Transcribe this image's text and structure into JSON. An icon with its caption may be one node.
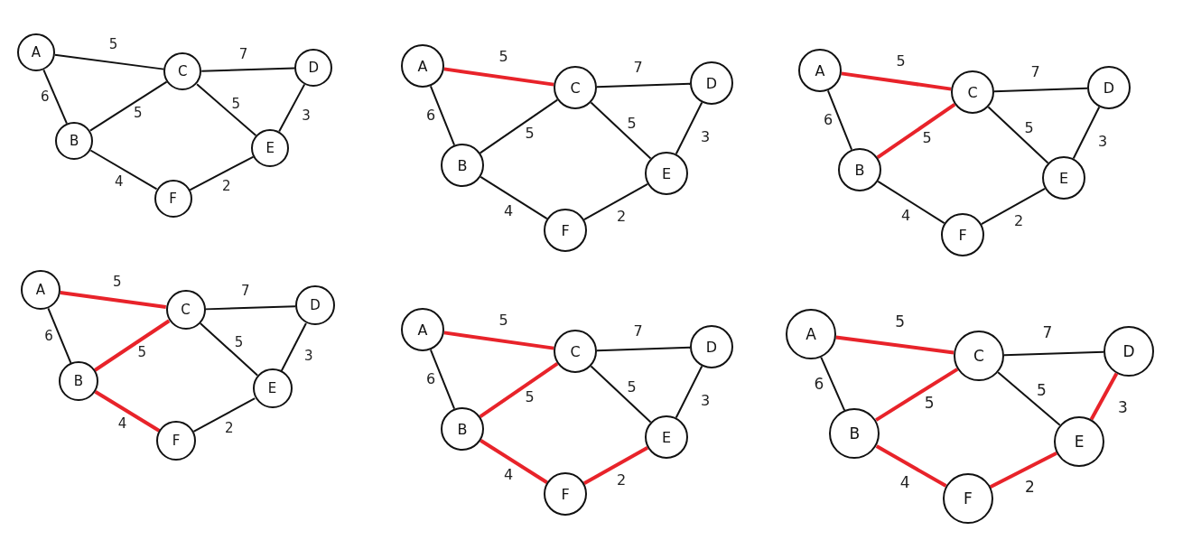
{
  "diagram": {
    "nodes": [
      {
        "text": [
          "A"
        ]
      },
      {
        "text": [
          "C"
        ]
      },
      {
        "text": [
          "D"
        ]
      },
      {
        "text": [
          "B"
        ]
      },
      {
        "text": [
          "E"
        ]
      },
      {
        "text": [
          "F"
        ]
      },
      {
        "text": [
          "A"
        ]
      },
      {
        "text": [
          "C"
        ]
      },
      {
        "text": [
          "D"
        ]
      },
      {
        "text": [
          "B"
        ]
      },
      {
        "text": [
          "E"
        ]
      },
      {
        "text": [
          "F"
        ]
      },
      {
        "text": [
          "A"
        ]
      },
      {
        "text": [
          "C"
        ]
      },
      {
        "text": [
          "D"
        ]
      },
      {
        "text": [
          "B"
        ]
      },
      {
        "text": [
          "E"
        ]
      },
      {
        "text": [
          "F"
        ]
      },
      {
        "text": [
          "A"
        ]
      },
      {
        "text": [
          "C"
        ]
      },
      {
        "text": [
          "D"
        ]
      },
      {
        "text": [
          "B"
        ]
      },
      {
        "text": [
          "E"
        ]
      },
      {
        "text": [
          "F"
        ]
      },
      {
        "text": [
          "A"
        ]
      },
      {
        "text": [
          "C"
        ]
      },
      {
        "text": [
          "D"
        ]
      },
      {
        "text": [
          "B"
        ]
      },
      {
        "text": [
          "E"
        ]
      },
      {
        "text": [
          "F"
        ]
      },
      {
        "text": [
          "A"
        ]
      },
      {
        "text": [
          "C"
        ]
      },
      {
        "text": [
          "D"
        ]
      },
      {
        "text": [
          "B"
        ]
      },
      {
        "text": [
          "E"
        ]
      },
      {
        "text": [
          "F"
        ]
      }
    ],
    "edges": [
      {
        "from": 0,
        "to": 1,
        "arrow": "none",
        "label": "5"
      },
      {
        "from": 1,
        "to": 2,
        "arrow": "none",
        "label": "7"
      },
      {
        "from": 0,
        "to": 3,
        "arrow": "none",
        "label": "6"
      },
      {
        "from": 3,
        "to": 1,
        "arrow": "none",
        "label": "5"
      },
      {
        "from": 1,
        "to": 4,
        "arrow": "none",
        "label": "5"
      },
      {
        "from": 2,
        "to": 4,
        "arrow": "none",
        "label": "3"
      },
      {
        "from": 3,
        "to": 5,
        "arrow": "none",
        "label": "4"
      },
      {
        "from": 5,
        "to": 4,
        "arrow": "none",
        "label": "2"
      },
      {
        "from": 6,
        "to": 7,
        "arrow": "none",
        "label": "5",
        "style": "thick",
        "color": "#e8232a"
      },
      {
        "from": 7,
        "to": 8,
        "arrow": "none",
        "label": "7"
      },
      {
        "from": 6,
        "to": 9,
        "arrow": "none",
        "label": "6"
      },
      {
        "from": 9,
        "to": 7,
        "arrow": "none",
        "label": "5"
      },
      {
        "from": 7,
        "to": 10,
        "arrow": "none",
        "label": "5"
      },
      {
        "from": 8,
        "to": 10,
        "arrow": "none",
        "label": "3"
      },
      {
        "from": 9,
        "to": 11,
        "arrow": "none",
        "label": "4"
      },
      {
        "from": 11,
        "to": 10,
        "arrow": "none",
        "label": "2"
      },
      {
        "from": 12,
        "to": 13,
        "arrow": "none",
        "label": "5",
        "style": "thick",
        "color": "#e8232a"
      },
      {
        "from": 13,
        "to": 14,
        "arrow": "none",
        "label": "7"
      },
      {
        "from": 12,
        "to": 15,
        "arrow": "none",
        "label": "6"
      },
      {
        "from": 15,
        "to": 13,
        "arrow": "none",
        "label": "5",
        "style": "thick",
        "color": "#e8232a"
      },
      {
        "from": 13,
        "to": 16,
        "arrow": "none",
        "label": "5"
      },
      {
        "from": 14,
        "to": 16,
        "arrow": "none",
        "label": "3"
      },
      {
        "from": 15,
        "to": 17,
        "arrow": "none",
        "label": "4"
      },
      {
        "from": 17,
        "to": 16,
        "arrow": "none",
        "label": "2"
      },
      {
        "from": 18,
        "to": 19,
        "arrow": "none",
        "label": "5",
        "style": "thick",
        "color": "#e8232a"
      },
      {
        "from": 19,
        "to": 20,
        "arrow": "none",
        "label": "7"
      },
      {
        "from": 18,
        "to": 21,
        "arrow": "none",
        "label": "6"
      },
      {
        "from": 21,
        "to": 19,
        "arrow": "none",
        "label": "5",
        "style": "thick",
        "color": "#e8232a"
      },
      {
        "from": 19,
        "to": 22,
        "arrow": "none",
        "label": "5"
      },
      {
        "from": 20,
        "to": 22,
        "arrow": "none",
        "label": "3"
      },
      {
        "from": 21,
        "to": 23,
        "arrow": "none",
        "label": "4",
        "style": "thick",
        "color": "#e8232a"
      },
      {
        "from": 23,
        "to": 22,
        "arrow": "none",
        "label": "2"
      },
      {
        "from": 24,
        "to": 25,
        "arrow": "none",
        "label": "5",
        "style": "thick",
        "color": "#e8232a"
      },
      {
        "from": 25,
        "to": 26,
        "arrow": "none",
        "label": "7"
      },
      {
        "from": 24,
        "to": 27,
        "arrow": "none",
        "label": "6"
      },
      {
        "from": 27,
        "to": 25,
        "arrow": "none",
        "label": "5",
        "style": "thick",
        "color": "#e8232a"
      },
      {
        "from": 25,
        "to": 28,
        "arrow": "none",
        "label": "5"
      },
      {
        "from": 26,
        "to": 28,
        "arrow": "none",
        "label": "3"
      },
      {
        "from": 27,
        "to": 29,
        "arrow": "none",
        "label": "4",
        "style": "thick",
        "color": "#e8232a"
      },
      {
        "from": 29,
        "to": 28,
        "arrow": "none",
        "label": "2",
        "style": "thick",
        "color": "#e8232a"
      },
      {
        "from": 30,
        "to": 31,
        "arrow": "none",
        "label": "5",
        "style": "thick",
        "color": "#e8232a"
      },
      {
        "from": 31,
        "to": 32,
        "arrow": "none",
        "label": "7"
      },
      {
        "from": 30,
        "to": 33,
        "arrow": "none",
        "label": "6"
      },
      {
        "from": 33,
        "to": 31,
        "arrow": "none",
        "label": "5",
        "style": "thick",
        "color": "#e8232a"
      },
      {
        "from": 31,
        "to": 34,
        "arrow": "none",
        "label": "5"
      },
      {
        "from": 32,
        "to": 34,
        "arrow": "none",
        "label": "3",
        "style": "thick",
        "color": "#e8232a"
      },
      {
        "from": 33,
        "to": 35,
        "arrow": "none",
        "label": "4",
        "style": "thick",
        "color": "#e8232a"
      },
      {
        "from": 35,
        "to": 34,
        "arrow": "none",
        "label": "2",
        "style": "thick",
        "color": "#e8232a"
      }
    ]
  }
}
